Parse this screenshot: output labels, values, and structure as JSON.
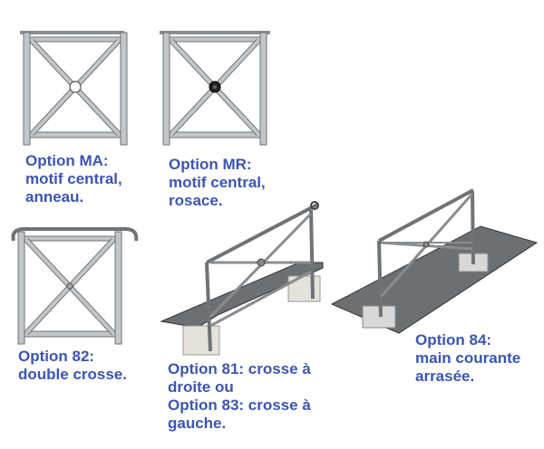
{
  "options": [
    {
      "id": "MA",
      "lines": [
        "Option MA:",
        "motif central,",
        "anneau."
      ]
    },
    {
      "id": "MR",
      "lines": [
        "Option MR:",
        "motif central,",
        "rosace."
      ]
    },
    {
      "id": "82",
      "lines": [
        "Option 82:",
        "double crosse."
      ]
    },
    {
      "id": "81-83",
      "lines": [
        "Option 81: crosse à",
        "droite ou",
        "Option 83: crosse à",
        "gauche."
      ]
    },
    {
      "id": "84",
      "lines": [
        "Option 84:",
        "main courante",
        "arrasée."
      ]
    }
  ],
  "colors": {
    "caption": "#3a55b4",
    "metal": "#b9bcbf",
    "metal_edge": "#6f7376",
    "slab": "#6d7073",
    "block": "#e4e2da"
  }
}
